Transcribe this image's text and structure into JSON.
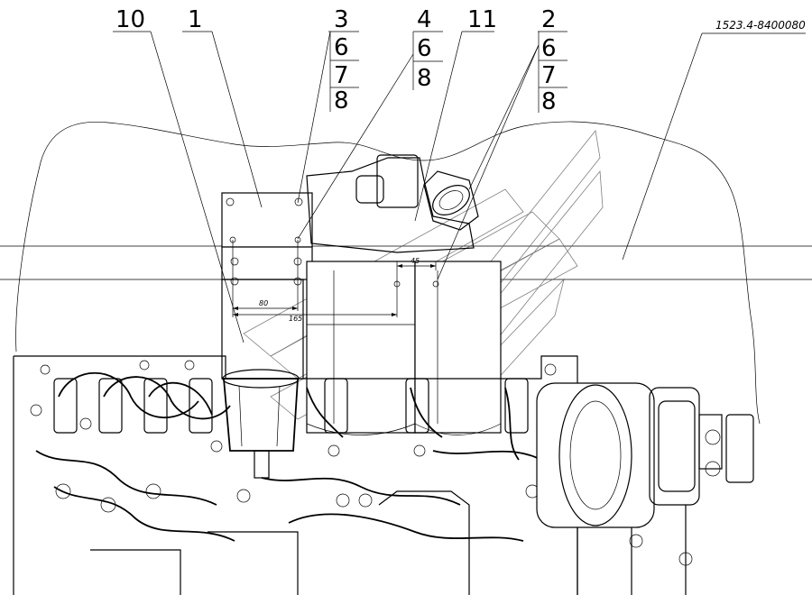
{
  "document_number": "1523.4-8400080",
  "callouts": [
    {
      "id": "label-10",
      "text": "10"
    },
    {
      "id": "label-1",
      "text": "1"
    },
    {
      "id": "label-3",
      "text": "3",
      "stack": [
        "6",
        "7",
        "8"
      ]
    },
    {
      "id": "label-4",
      "text": "4",
      "stack": [
        "6",
        "8"
      ]
    },
    {
      "id": "label-11",
      "text": "11"
    },
    {
      "id": "label-2",
      "text": "2",
      "stack": [
        "6",
        "7",
        "8"
      ]
    }
  ],
  "dimensions": {
    "d45": "45",
    "d80": "80",
    "d165": "165"
  }
}
